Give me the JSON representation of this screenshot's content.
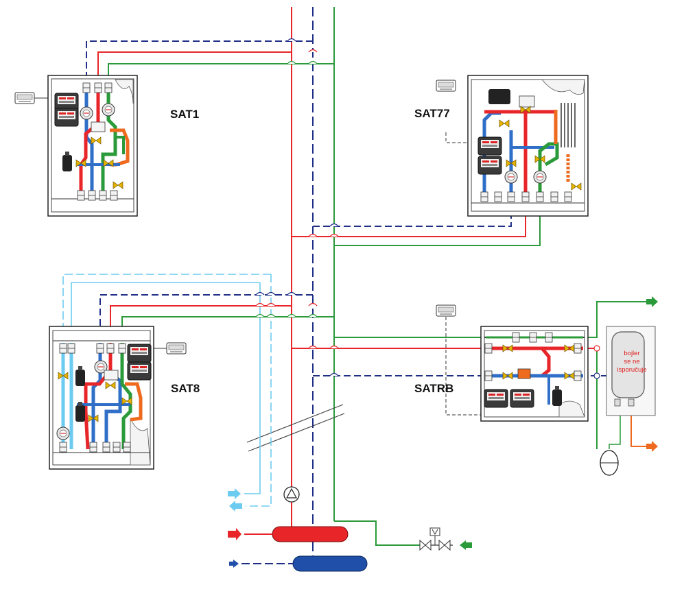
{
  "units": {
    "sat1": {
      "label": "SAT1"
    },
    "sat77": {
      "label": "SAT77"
    },
    "sat8": {
      "label": "SAT8"
    },
    "satrb": {
      "label": "SATRB"
    }
  },
  "boiler": {
    "line1": "bojler",
    "line2": "se ne",
    "line3": "isporučuje"
  },
  "colors": {
    "supply": "#e8262a",
    "return": "#1f2f86",
    "cold_water": "#2a9a3a",
    "dhw": "#ee6a1e",
    "recirc": "#6ccbf0",
    "pipe_blue": "#2f6fc8"
  },
  "icons": [
    "thermostat-icon",
    "pump-icon",
    "check-valve-icon",
    "expansion-vessel-icon",
    "arrow-icon"
  ]
}
